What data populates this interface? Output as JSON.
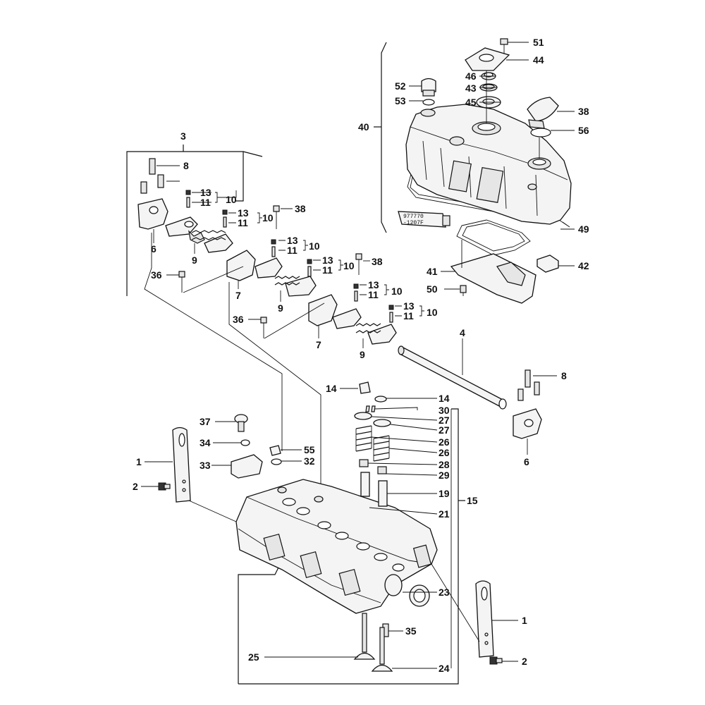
{
  "part_labels": {
    "c1a": "1",
    "c1b": "1",
    "c2a": "2",
    "c2b": "2",
    "c3": "3",
    "c4": "4",
    "c6a": "6",
    "c6b": "6",
    "c7a": "7",
    "c7b": "7",
    "c8a": "8",
    "c8b": "8",
    "c9a": "9",
    "c9b": "9",
    "c9c": "9",
    "c10a": "10",
    "c10b": "10",
    "c10c": "10",
    "c10d": "10",
    "c10e": "10",
    "c10f": "10",
    "c11a": "11",
    "c11b": "11",
    "c11c": "11",
    "c11d": "11",
    "c11e": "11",
    "c11f": "11",
    "c13a": "13",
    "c13b": "13",
    "c13c": "13",
    "c13d": "13",
    "c13e": "13",
    "c13f": "13",
    "c14a": "14",
    "c14b": "14",
    "c15": "15",
    "c19": "19",
    "c21": "21",
    "c23": "23",
    "c24": "24",
    "c25": "25",
    "c26a": "26",
    "c26b": "26",
    "c27a": "27",
    "c27b": "27",
    "c28": "28",
    "c29": "29",
    "c30": "30",
    "c32": "32",
    "c33": "33",
    "c34": "34",
    "c35": "35",
    "c36a": "36",
    "c36b": "36",
    "c37": "37",
    "c38a": "38",
    "c38b": "38",
    "c38c": "38",
    "c40": "40",
    "c41": "41",
    "c42": "42",
    "c43": "43",
    "c44": "44",
    "c45": "45",
    "c46": "46",
    "c49": "49",
    "c50": "50",
    "c51": "51",
    "c52": "52",
    "c53": "53",
    "c55": "55",
    "c56": "56"
  },
  "sealant_tube": {
    "line1": "977770",
    "line2": "-1207F"
  }
}
